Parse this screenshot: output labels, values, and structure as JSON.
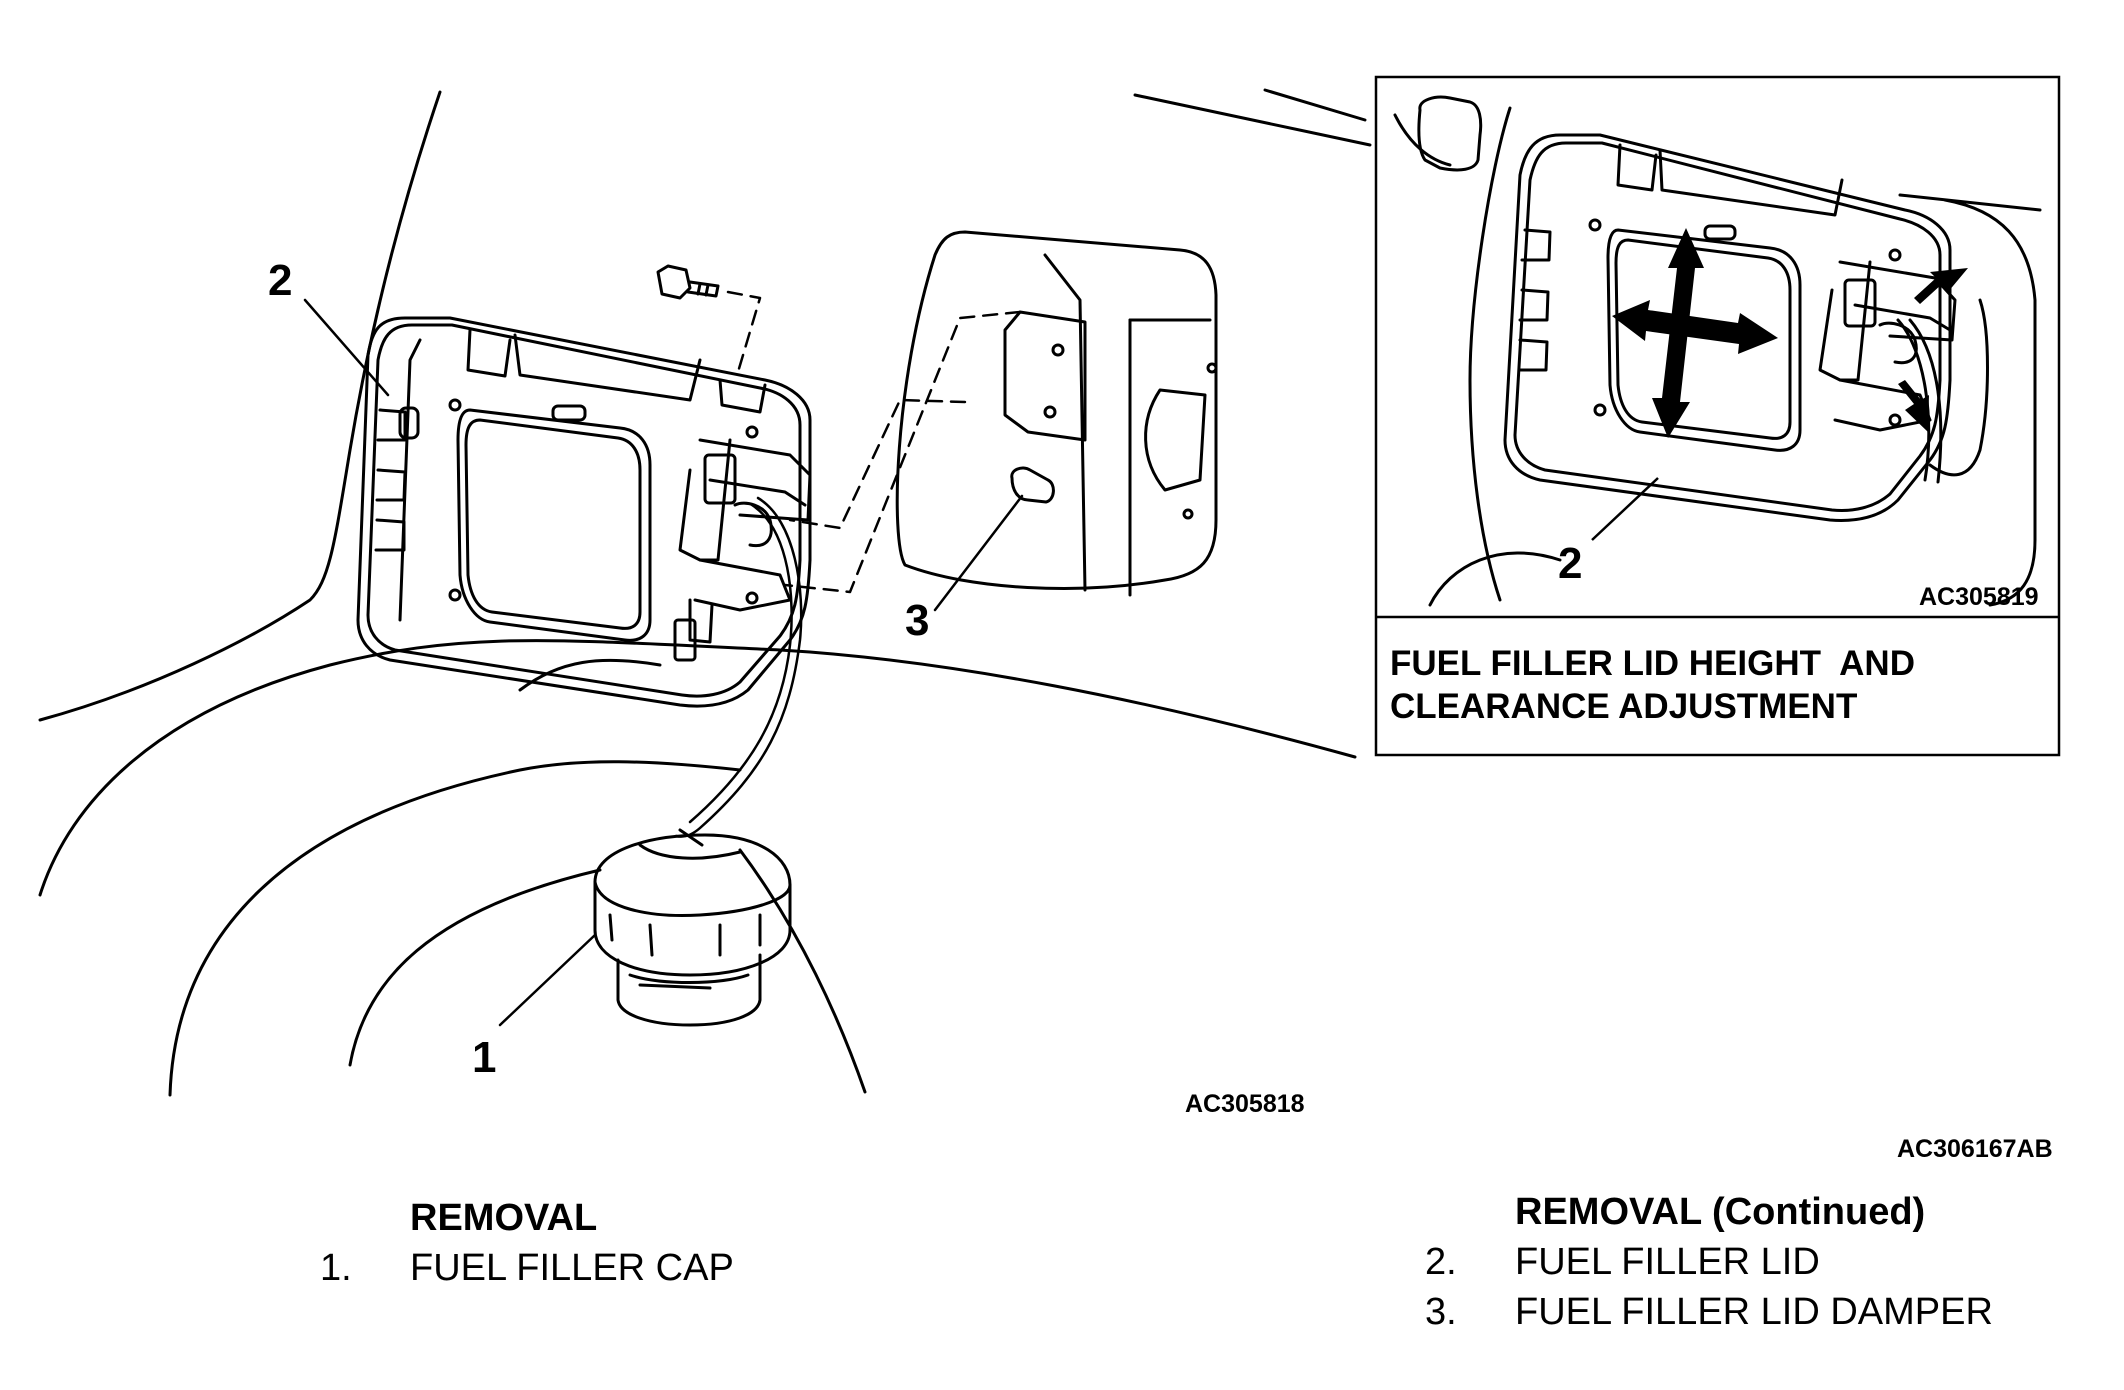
{
  "main_figure": {
    "callouts": {
      "cap": "1",
      "lid": "2",
      "damper": "3"
    },
    "figure_code": "AC305818"
  },
  "inset": {
    "callout_lid": "2",
    "figure_code": "AC305819",
    "title_line1": "FUEL FILLER LID HEIGHT  AND",
    "title_line2": "CLEARANCE ADJUSTMENT"
  },
  "sheet_code": "AC306167AB",
  "legend_left": {
    "heading": "REMOVAL",
    "items": [
      {
        "num": "1.",
        "label": "FUEL FILLER CAP"
      }
    ]
  },
  "legend_right": {
    "heading": "REMOVAL (Continued)",
    "items": [
      {
        "num": "2.",
        "label": "FUEL FILLER LID"
      },
      {
        "num": "3.",
        "label": "FUEL FILLER LID DAMPER"
      }
    ]
  }
}
